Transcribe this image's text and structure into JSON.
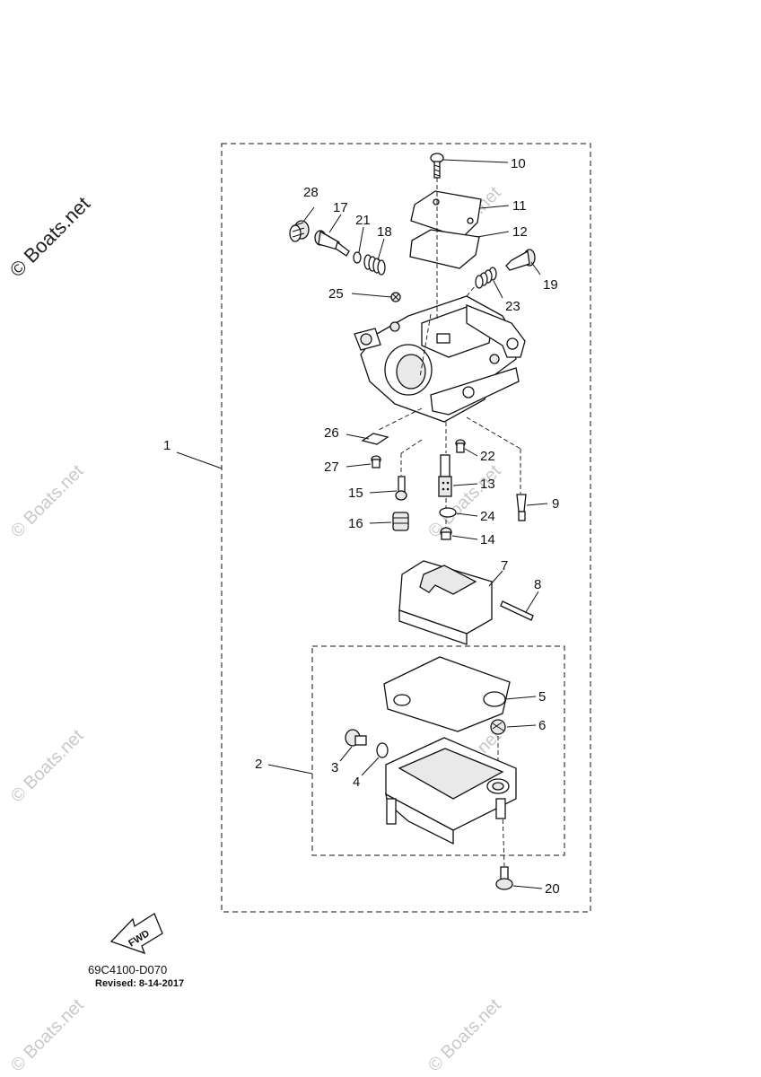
{
  "watermark": {
    "main": "© Boats.net",
    "faint": "© Boats.net"
  },
  "diagram": {
    "code": "69C4100-D070",
    "revised": "Revised: 8-14-2017",
    "fwd_label": "FWD"
  },
  "callouts": [
    {
      "id": "1",
      "label": "1"
    },
    {
      "id": "2",
      "label": "2"
    },
    {
      "id": "3",
      "label": "3"
    },
    {
      "id": "4",
      "label": "4"
    },
    {
      "id": "5",
      "label": "5"
    },
    {
      "id": "6",
      "label": "6"
    },
    {
      "id": "7",
      "label": "7"
    },
    {
      "id": "8",
      "label": "8"
    },
    {
      "id": "9",
      "label": "9"
    },
    {
      "id": "10",
      "label": "10"
    },
    {
      "id": "11",
      "label": "11"
    },
    {
      "id": "12",
      "label": "12"
    },
    {
      "id": "13",
      "label": "13"
    },
    {
      "id": "14",
      "label": "14"
    },
    {
      "id": "15",
      "label": "15"
    },
    {
      "id": "16",
      "label": "16"
    },
    {
      "id": "17",
      "label": "17"
    },
    {
      "id": "18",
      "label": "18"
    },
    {
      "id": "19",
      "label": "19"
    },
    {
      "id": "20",
      "label": "20"
    },
    {
      "id": "21",
      "label": "21"
    },
    {
      "id": "22",
      "label": "22"
    },
    {
      "id": "23",
      "label": "23"
    },
    {
      "id": "24",
      "label": "24"
    },
    {
      "id": "25",
      "label": "25"
    },
    {
      "id": "26",
      "label": "26"
    },
    {
      "id": "27",
      "label": "27"
    },
    {
      "id": "28",
      "label": "28"
    }
  ]
}
